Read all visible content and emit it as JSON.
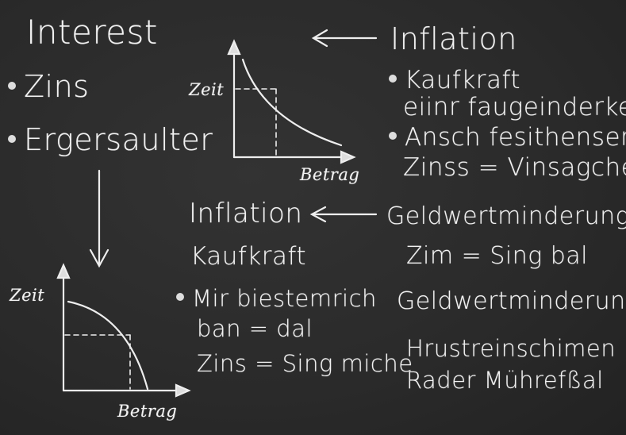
{
  "left": {
    "title": "Interest",
    "bullets": [
      "Zins",
      "Ergersaulter"
    ]
  },
  "graph_top": {
    "y_label": "Zeit",
    "x_label": "Betrag"
  },
  "graph_bottom": {
    "y_label": "Zeit",
    "x_label": "Betrag"
  },
  "top_right": {
    "title": "Inflation",
    "bullet1": "Kaufkraft",
    "line2": "eiinr faugeinderken",
    "bullet2": "Ansch fesithensen",
    "line4": "Zinss = Vinsagchen"
  },
  "middle": {
    "title": "Inflation",
    "subtitle": "Kaufkraft",
    "bullet": "Mir biestemrich",
    "line2": "ban = dal",
    "line3": "Zins = Sing miche"
  },
  "right": {
    "line1": "Geldwertminderung",
    "line2": "Zim = Sing bal",
    "line3": "Geldwertminderung",
    "line4": "Hrustreinschimen",
    "line5": "Rader Mührefßal"
  }
}
